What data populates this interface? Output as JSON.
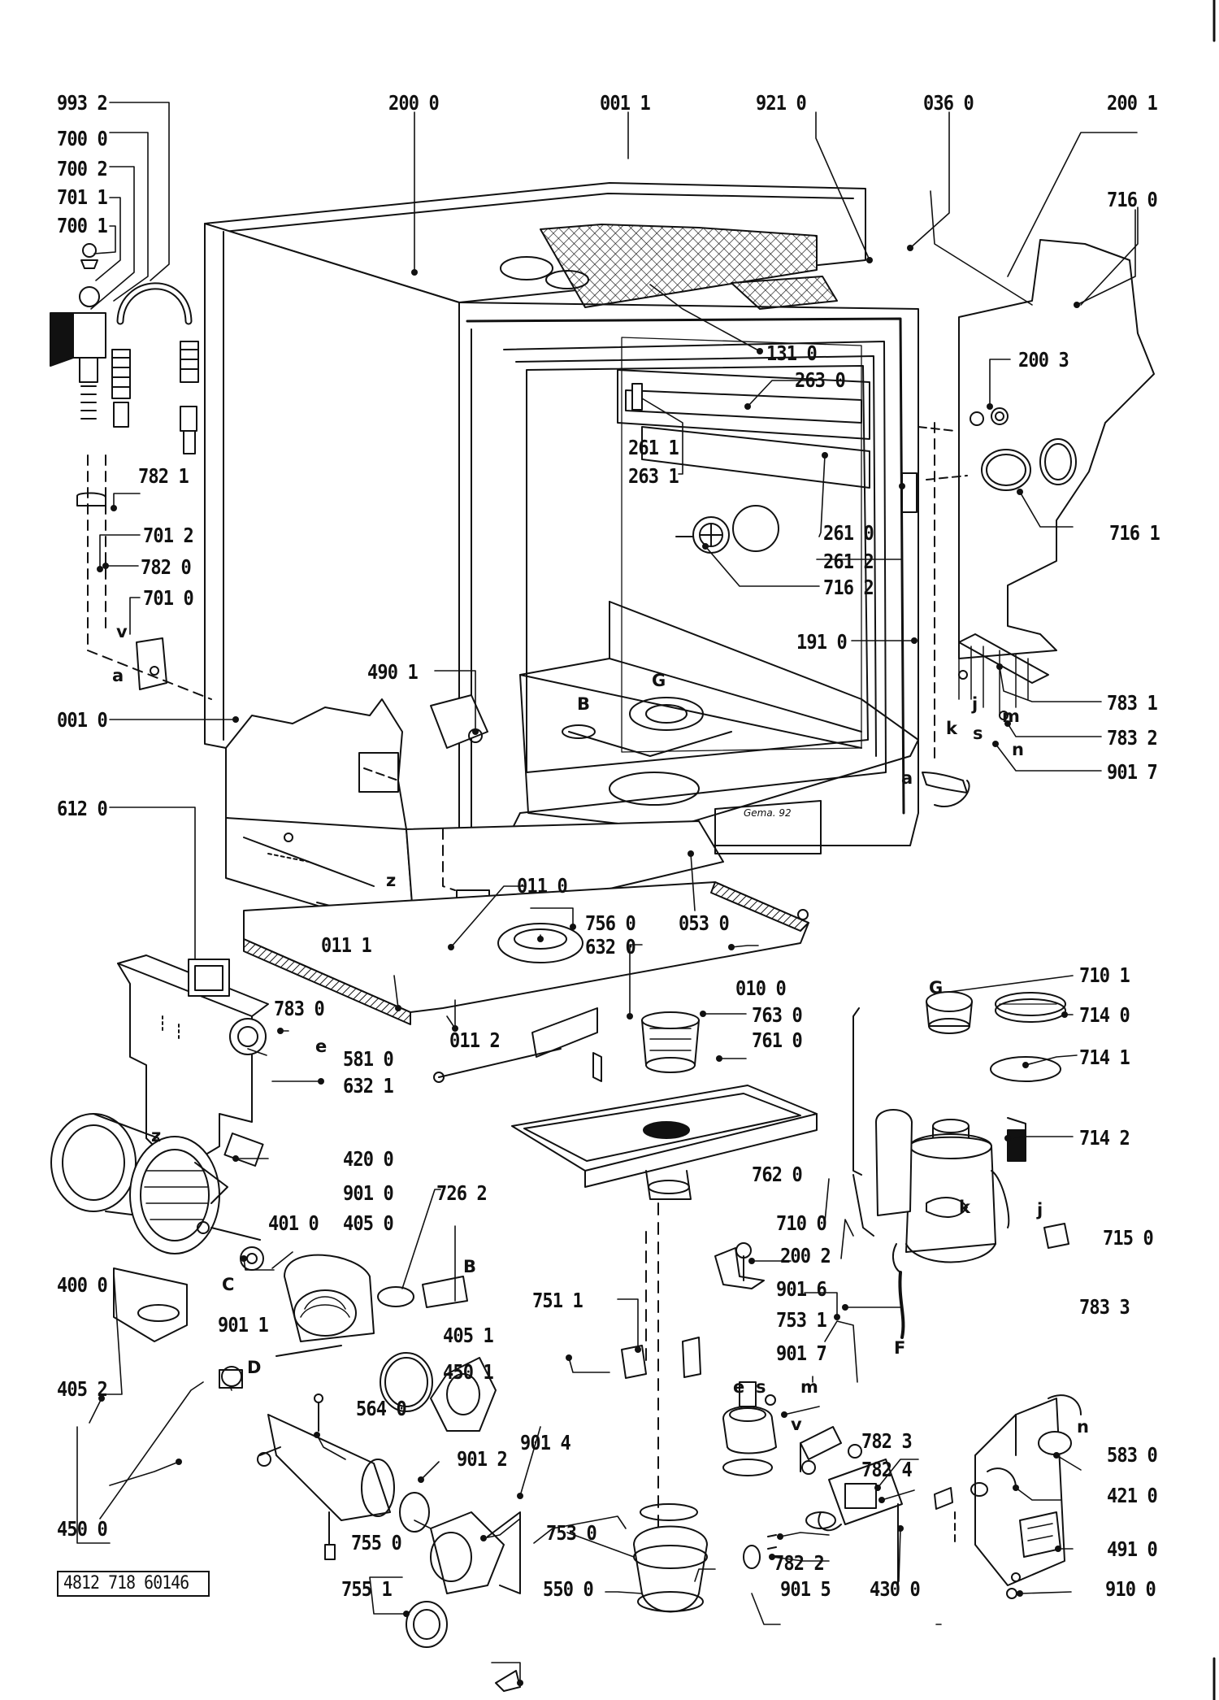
{
  "labels": {
    "l9932": "993 2",
    "l7000": "700 0",
    "l7002": "700 2",
    "l7011": "701 1",
    "l7001": "700 1",
    "l2000": "200 0",
    "l0011": "001 1",
    "l9210": "921 0",
    "l0360": "036 0",
    "l2001": "200 1",
    "l7160": "716 0",
    "l1310": "131 0",
    "l2630": "263 0",
    "l2003": "200 3",
    "l2611": "261 1",
    "l2631": "263 1",
    "l7821": "782 1",
    "l2610": "261 0",
    "l2612": "261 2",
    "l7012": "701 2",
    "l7820": "782 0",
    "l7010": "701 0",
    "l7161": "716 1",
    "l7162": "716 2",
    "l1910": "191 0",
    "l4901": "490 1",
    "l7831": "783 1",
    "l7832": "783 2",
    "l9017a": "901 7",
    "l0010": "001 0",
    "l6120": "612 0",
    "l0110": "011 0",
    "l7560": "756 0",
    "l0530": "053 0",
    "l0111": "011 1",
    "l6320": "632 0",
    "l0100": "010 0",
    "l7101": "710 1",
    "l7140": "714 0",
    "l7830": "783 0",
    "l0112": "011 2",
    "l7630": "763 0",
    "l7610": "761 0",
    "l5810": "581 0",
    "l6321": "632 1",
    "l7141": "714 1",
    "l4200": "420 0",
    "l7142": "714 2",
    "l9010": "901 0",
    "l7262": "726 2",
    "l7620": "762 0",
    "l4010": "401 0",
    "l4050": "405 0",
    "l7100": "710 0",
    "l7150": "715 0",
    "l4000": "400 0",
    "l2002": "200 2",
    "l9016": "901 6",
    "l7833": "783 3",
    "l7511": "751 1",
    "l7531": "753 1",
    "l9011": "901 1",
    "l4051": "405 1",
    "l9017b": "901 7",
    "l4501": "450 1",
    "l4052": "405 2",
    "l5640": "564 0",
    "l9014": "901 4",
    "l7823": "782 3",
    "l5830": "583 0",
    "l9012": "901 2",
    "l7824": "782 4",
    "l4210": "421 0",
    "l4500": "450 0",
    "l7550": "755 0",
    "l7530": "753 0",
    "l7822": "782 2",
    "l4910": "491 0",
    "l7551": "755 1",
    "l5500": "550 0",
    "l9015": "901 5",
    "l4300": "430 0",
    "l9100": "910 0"
  },
  "letters": {
    "a1": "a",
    "v1": "v",
    "B1": "B",
    "G1": "G",
    "k1": "k",
    "j1": "j",
    "s1": "s",
    "m1": "m",
    "n1": "n",
    "a2": "a",
    "z1": "z",
    "e1": "e",
    "G2": "G",
    "z2": "z",
    "C1": "C",
    "B2": "B",
    "D1": "D",
    "k2": "k",
    "j2": "j",
    "F1": "F",
    "e2": "e",
    "s2": "s",
    "m2": "m",
    "v2": "v",
    "n2": "n"
  },
  "stamp": "Gema. 92",
  "doc_number": "4812 718 60146"
}
